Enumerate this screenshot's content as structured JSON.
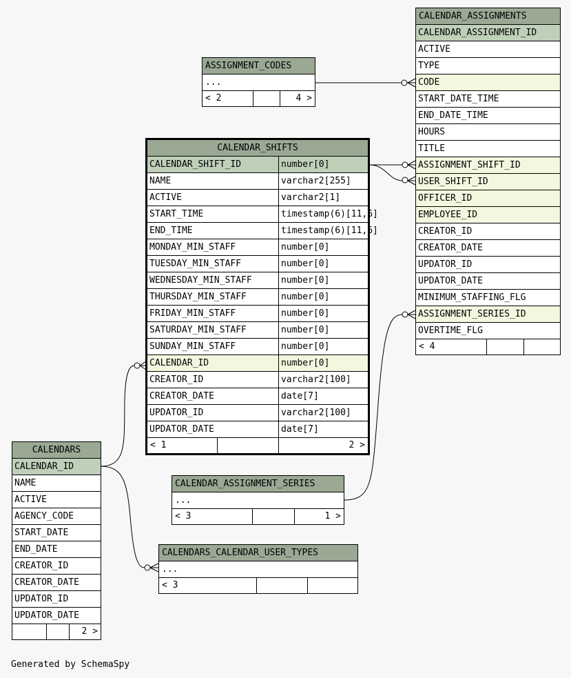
{
  "footer_note": "Generated by SchemaSpy",
  "calendar_assignments": {
    "title": "CALENDAR_ASSIGNMENTS",
    "columns": [
      {
        "name": "CALENDAR_ASSIGNMENT_ID",
        "kind": "pk"
      },
      {
        "name": "ACTIVE",
        "kind": ""
      },
      {
        "name": "TYPE",
        "kind": ""
      },
      {
        "name": "CODE",
        "kind": "fk"
      },
      {
        "name": "START_DATE_TIME",
        "kind": ""
      },
      {
        "name": "END_DATE_TIME",
        "kind": ""
      },
      {
        "name": "HOURS",
        "kind": ""
      },
      {
        "name": "TITLE",
        "kind": ""
      },
      {
        "name": "ASSIGNMENT_SHIFT_ID",
        "kind": "fk"
      },
      {
        "name": "USER_SHIFT_ID",
        "kind": "fk"
      },
      {
        "name": "OFFICER_ID",
        "kind": "fk"
      },
      {
        "name": "EMPLOYEE_ID",
        "kind": "fk"
      },
      {
        "name": "CREATOR_ID",
        "kind": ""
      },
      {
        "name": "CREATOR_DATE",
        "kind": ""
      },
      {
        "name": "UPDATOR_ID",
        "kind": ""
      },
      {
        "name": "UPDATOR_DATE",
        "kind": ""
      },
      {
        "name": "MINIMUM_STAFFING_FLG",
        "kind": ""
      },
      {
        "name": "ASSIGNMENT_SERIES_ID",
        "kind": "fk"
      },
      {
        "name": "OVERTIME_FLG",
        "kind": ""
      }
    ],
    "footer": {
      "parents": "< 4",
      "middle": "",
      "children": ""
    }
  },
  "assignment_codes": {
    "title": "ASSIGNMENT_CODES",
    "ellipsis": "...",
    "footer": {
      "parents": "< 2",
      "middle": "",
      "children": "4 >"
    }
  },
  "calendar_shifts": {
    "title": "CALENDAR_SHIFTS",
    "columns": [
      {
        "name": "CALENDAR_SHIFT_ID",
        "type": "number[0]",
        "kind": "pk"
      },
      {
        "name": "NAME",
        "type": "varchar2[255]",
        "kind": ""
      },
      {
        "name": "ACTIVE",
        "type": "varchar2[1]",
        "kind": ""
      },
      {
        "name": "START_TIME",
        "type": "timestamp(6)[11,6]",
        "kind": ""
      },
      {
        "name": "END_TIME",
        "type": "timestamp(6)[11,6]",
        "kind": ""
      },
      {
        "name": "MONDAY_MIN_STAFF",
        "type": "number[0]",
        "kind": ""
      },
      {
        "name": "TUESDAY_MIN_STAFF",
        "type": "number[0]",
        "kind": ""
      },
      {
        "name": "WEDNESDAY_MIN_STAFF",
        "type": "number[0]",
        "kind": ""
      },
      {
        "name": "THURSDAY_MIN_STAFF",
        "type": "number[0]",
        "kind": ""
      },
      {
        "name": "FRIDAY_MIN_STAFF",
        "type": "number[0]",
        "kind": ""
      },
      {
        "name": "SATURDAY_MIN_STAFF",
        "type": "number[0]",
        "kind": ""
      },
      {
        "name": "SUNDAY_MIN_STAFF",
        "type": "number[0]",
        "kind": ""
      },
      {
        "name": "CALENDAR_ID",
        "type": "number[0]",
        "kind": "fk"
      },
      {
        "name": "CREATOR_ID",
        "type": "varchar2[100]",
        "kind": ""
      },
      {
        "name": "CREATOR_DATE",
        "type": "date[7]",
        "kind": ""
      },
      {
        "name": "UPDATOR_ID",
        "type": "varchar2[100]",
        "kind": ""
      },
      {
        "name": "UPDATOR_DATE",
        "type": "date[7]",
        "kind": ""
      }
    ],
    "footer": {
      "parents": "< 1",
      "middle": "",
      "children": "2 >"
    }
  },
  "calendars": {
    "title": "CALENDARS",
    "columns": [
      {
        "name": "CALENDAR_ID",
        "kind": "pk"
      },
      {
        "name": "NAME",
        "kind": ""
      },
      {
        "name": "ACTIVE",
        "kind": ""
      },
      {
        "name": "AGENCY_CODE",
        "kind": ""
      },
      {
        "name": "START_DATE",
        "kind": ""
      },
      {
        "name": "END_DATE",
        "kind": ""
      },
      {
        "name": "CREATOR_ID",
        "kind": ""
      },
      {
        "name": "CREATOR_DATE",
        "kind": ""
      },
      {
        "name": "UPDATOR_ID",
        "kind": ""
      },
      {
        "name": "UPDATOR_DATE",
        "kind": ""
      }
    ],
    "footer": {
      "parents": "",
      "middle": "",
      "children": "2 >"
    }
  },
  "calendar_assignment_series": {
    "title": "CALENDAR_ASSIGNMENT_SERIES",
    "ellipsis": "...",
    "footer": {
      "parents": "< 3",
      "middle": "",
      "children": "1 >"
    }
  },
  "calendars_calendar_user_types": {
    "title": "CALENDARS_CALENDAR_USER_TYPES",
    "ellipsis": "...",
    "footer": {
      "parents": "< 3",
      "middle": "",
      "children": ""
    }
  },
  "colors": {
    "header": "#9aa894",
    "primary_key_row": "#bfd0b9",
    "foreign_key_row": "#f4f7df",
    "background": "#f7f7f7"
  }
}
